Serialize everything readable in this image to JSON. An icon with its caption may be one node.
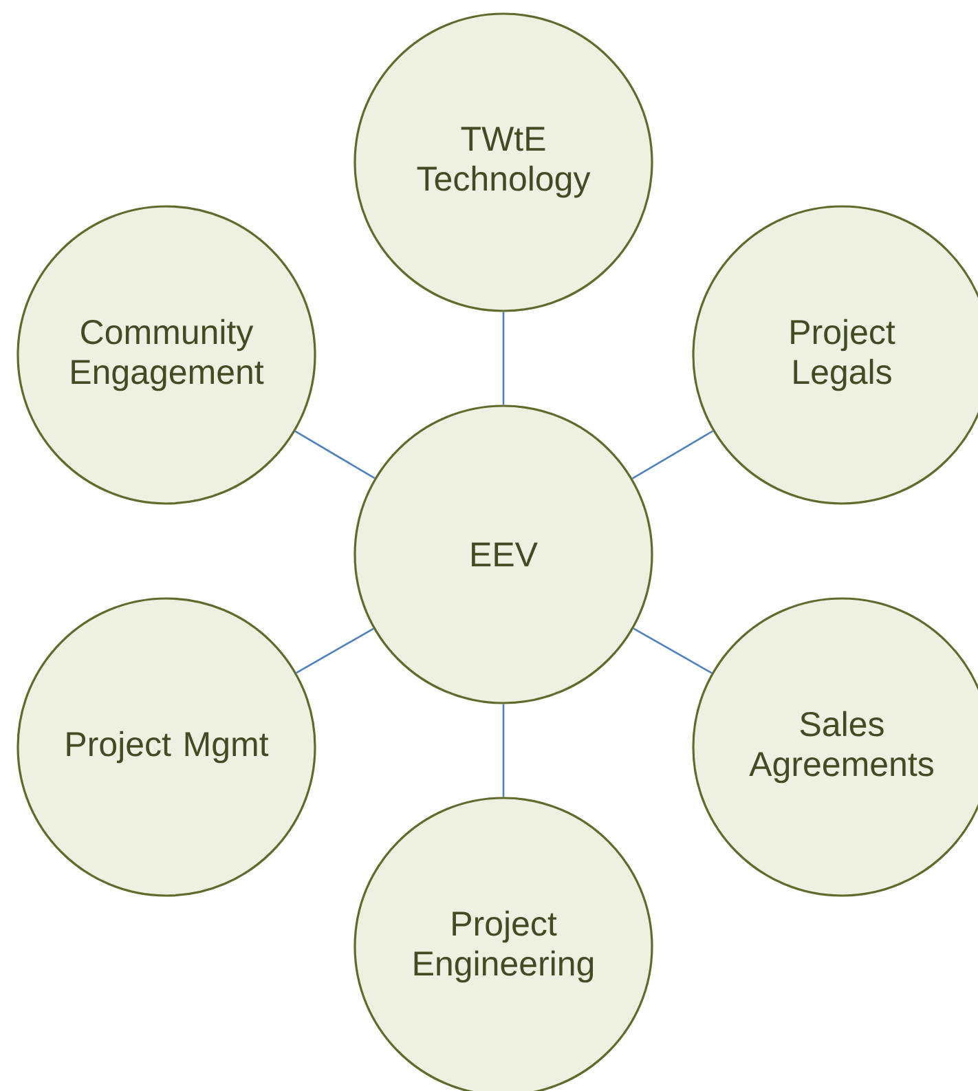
{
  "diagram": {
    "nodes": [
      {
        "text": [
          "TWtE Technology"
        ]
      },
      {
        "text": [
          "Community Engagement"
        ]
      },
      {
        "text": [
          "Project Legals"
        ]
      },
      {
        "text": [
          "EEV"
        ]
      },
      {
        "text": [
          "Project Mgmt"
        ]
      },
      {
        "text": [
          "Sales Agreements"
        ]
      },
      {
        "text": [
          "Project Engineering"
        ]
      }
    ],
    "edges": [
      {
        "from": 3,
        "to": 0,
        "arrow": "none"
      },
      {
        "from": 3,
        "to": 1,
        "arrow": "none"
      },
      {
        "from": 3,
        "to": 2,
        "arrow": "none"
      },
      {
        "from": 3,
        "to": 4,
        "arrow": "none"
      },
      {
        "from": 3,
        "to": 5,
        "arrow": "none"
      },
      {
        "from": 3,
        "to": 6,
        "arrow": "none"
      }
    ]
  }
}
